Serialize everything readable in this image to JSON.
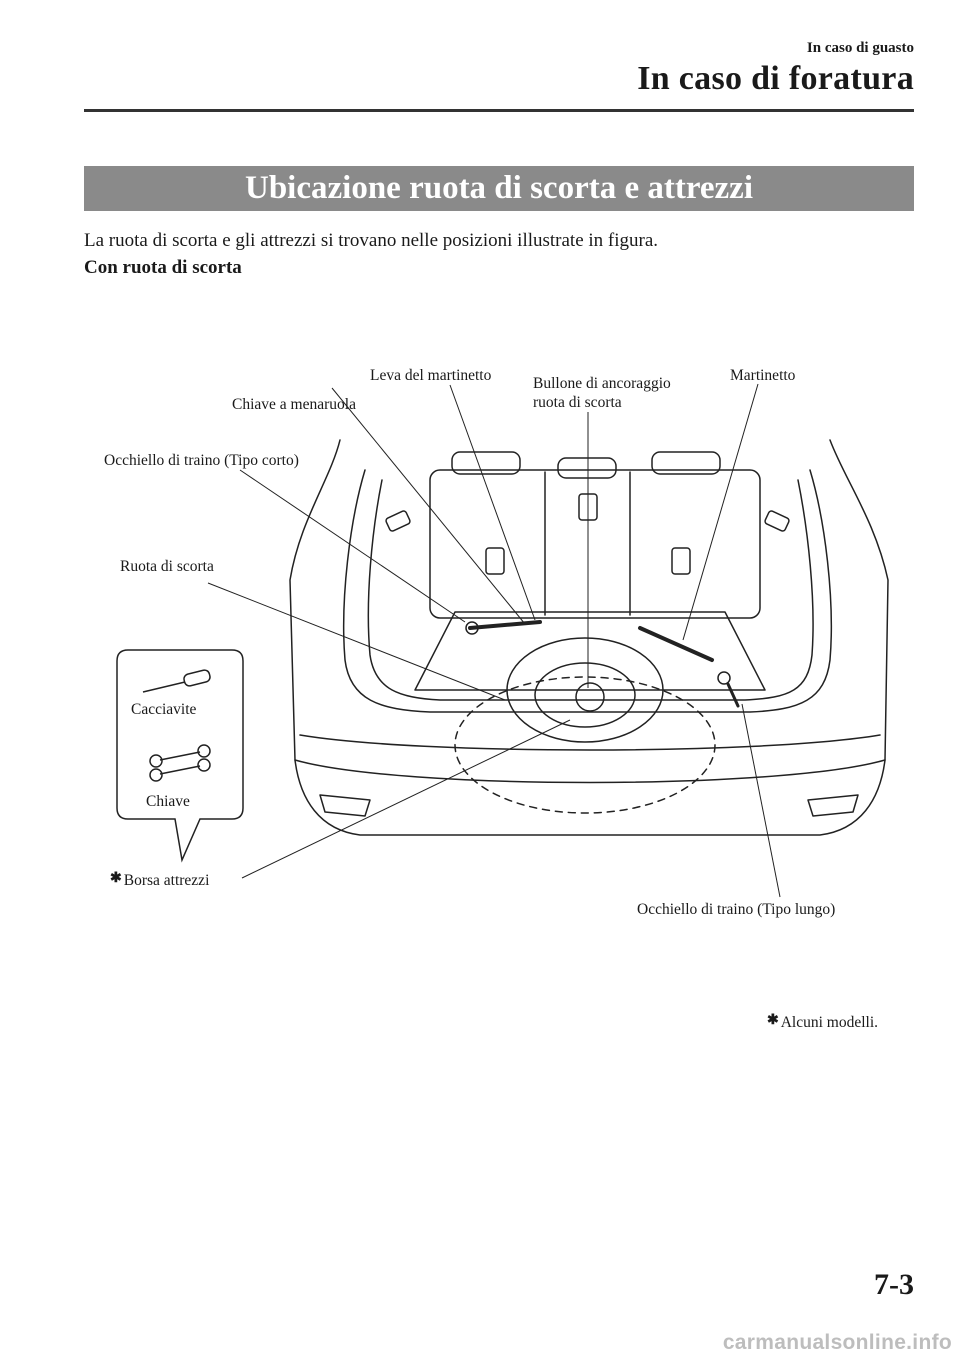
{
  "header": {
    "chapter": "In caso di guasto",
    "section": "In caso di foratura"
  },
  "banner": {
    "title": "Ubicazione ruota di scorta e attrezzi"
  },
  "intro": "La ruota di scorta e gli attrezzi si trovano nelle posizioni illustrate in figura.",
  "subheading": "Con ruota di scorta",
  "figure": {
    "labels": {
      "jack_lever": "Leva del martinetto",
      "anchor_bolt": "Bullone di ancoraggio\nruota di scorta",
      "jack": "Martinetto",
      "lug_wrench": "Chiave a menaruola",
      "tow_hook_short": "Occhiello di traino (Tipo corto)",
      "spare_tire": "Ruota di scorta",
      "screwdriver": "Cacciavite",
      "wrench": "Chiave",
      "tool_bag": "Borsa attrezzi",
      "tow_hook_long": "Occhiello di traino (Tipo lungo)"
    },
    "footnote": "Alcuni modelli.",
    "asterisk": "✱"
  },
  "footer": {
    "page_number": "7-3",
    "watermark": "carmanualsonline.info"
  }
}
